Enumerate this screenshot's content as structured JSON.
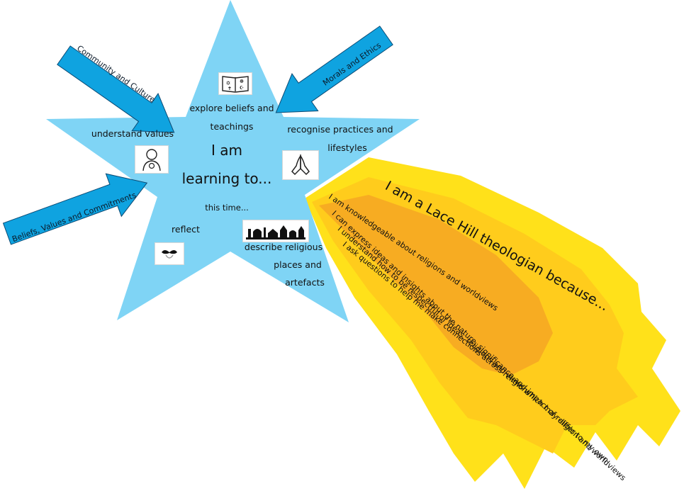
{
  "star": {
    "center_line1": "I am",
    "center_line2": "learning to...",
    "sub": "this time...",
    "points": {
      "top": [
        "explore beliefs and",
        "teachings"
      ],
      "left": [
        "understand values"
      ],
      "right": [
        "recognise practices and",
        "lifestyles"
      ],
      "bottom_left": [
        "reflect"
      ],
      "bottom_right": [
        "describe religious",
        "places and",
        "artefacts"
      ]
    }
  },
  "arrows": {
    "top_left": "Community and Culture",
    "top_right": "Morals and Ethics",
    "left": "Beliefs, Values and Commitments"
  },
  "tail": {
    "title": "I am a Lace Hill theologian because...",
    "lines": [
      "I am knowledgeable about religions and worldviews",
      "I can express ideas and insights about the nature, significance and impact of religion and worldviews",
      "I understand how to be respectful of ideas, religions and views which may differ to my own",
      "I ask questions to help me make connections across religions"
    ]
  },
  "icons": {
    "book": "book-of-faiths-icon",
    "person": "person-thinking-icon",
    "hands": "praying-hands-icon",
    "face": "mustache-face-icon",
    "skyline": "religious-buildings-skyline-icon"
  },
  "colors": {
    "star": "#7fd4f5",
    "arrow": "#0fa3e0",
    "tail_outer": "#ffe11a",
    "tail_mid": "#ffcc1c",
    "tail_inner": "#f6a623"
  }
}
